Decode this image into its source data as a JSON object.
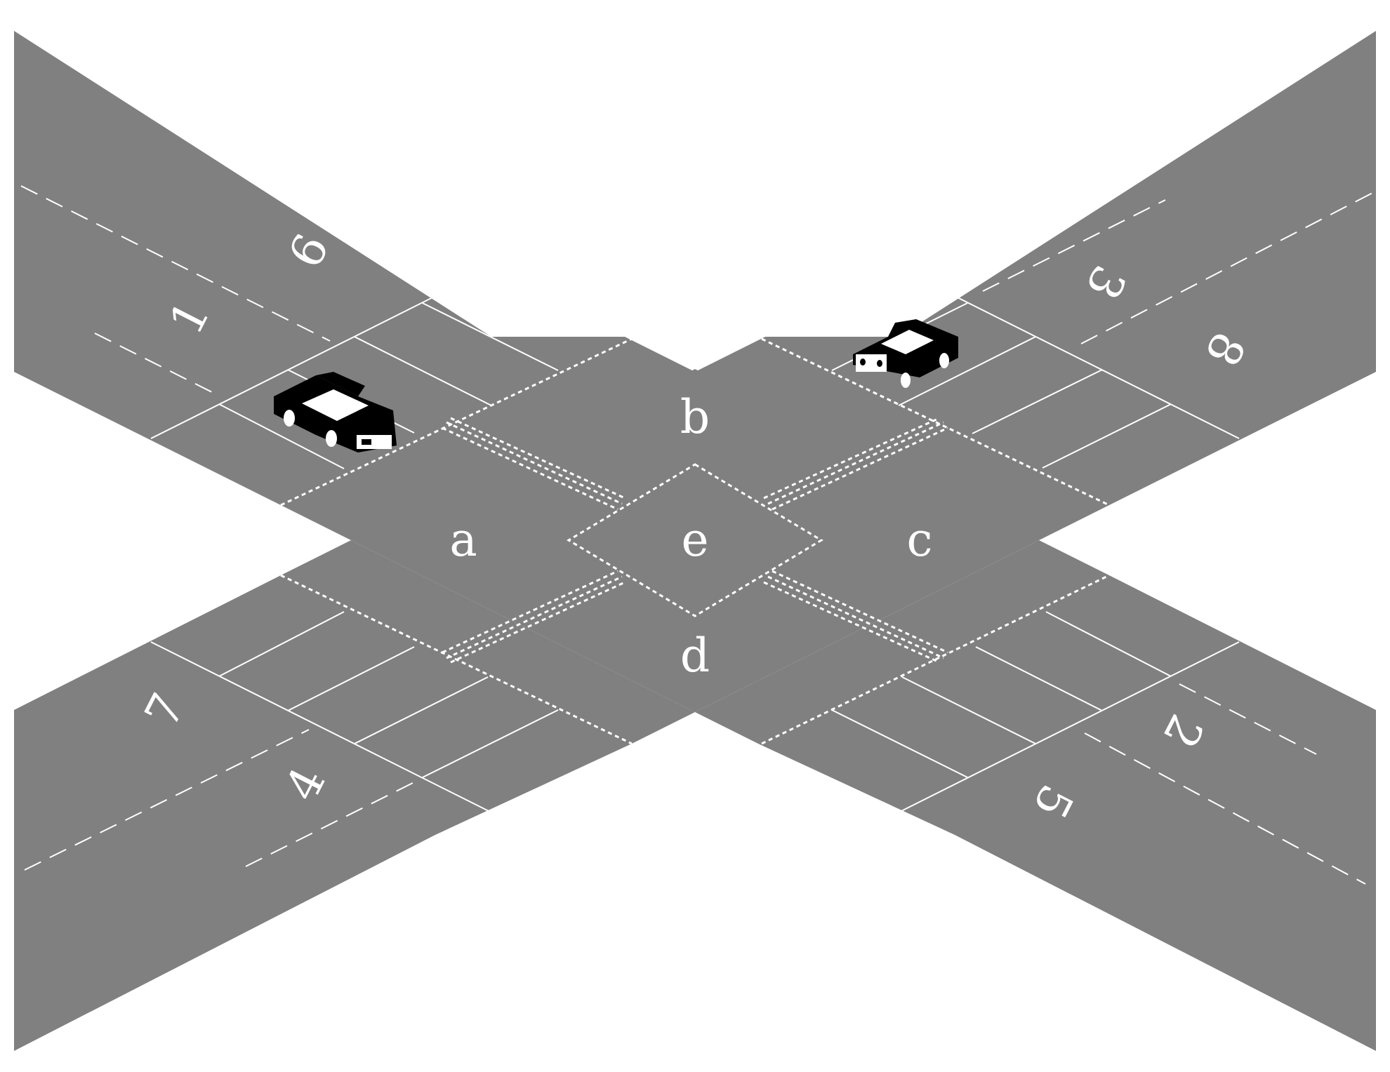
{
  "diagram": {
    "zones": [
      {
        "id": "zone-a",
        "label": "a"
      },
      {
        "id": "zone-b",
        "label": "b"
      },
      {
        "id": "zone-c",
        "label": "c"
      },
      {
        "id": "zone-d",
        "label": "d"
      },
      {
        "id": "zone-e",
        "label": "e"
      }
    ],
    "lanes": [
      {
        "id": "lane-1",
        "label": "1"
      },
      {
        "id": "lane-2",
        "label": "2"
      },
      {
        "id": "lane-3",
        "label": "3"
      },
      {
        "id": "lane-4",
        "label": "4"
      },
      {
        "id": "lane-5",
        "label": "5"
      },
      {
        "id": "lane-6",
        "label": "6"
      },
      {
        "id": "lane-7",
        "label": "7"
      },
      {
        "id": "lane-8",
        "label": "8"
      }
    ],
    "colors": {
      "road": "#808080",
      "marking": "#ffffff",
      "background": "#ffffff",
      "car": "#000000"
    },
    "vehicles": [
      {
        "id": "car-west",
        "icon": "car-icon"
      },
      {
        "id": "car-east",
        "icon": "car-icon"
      }
    ]
  }
}
